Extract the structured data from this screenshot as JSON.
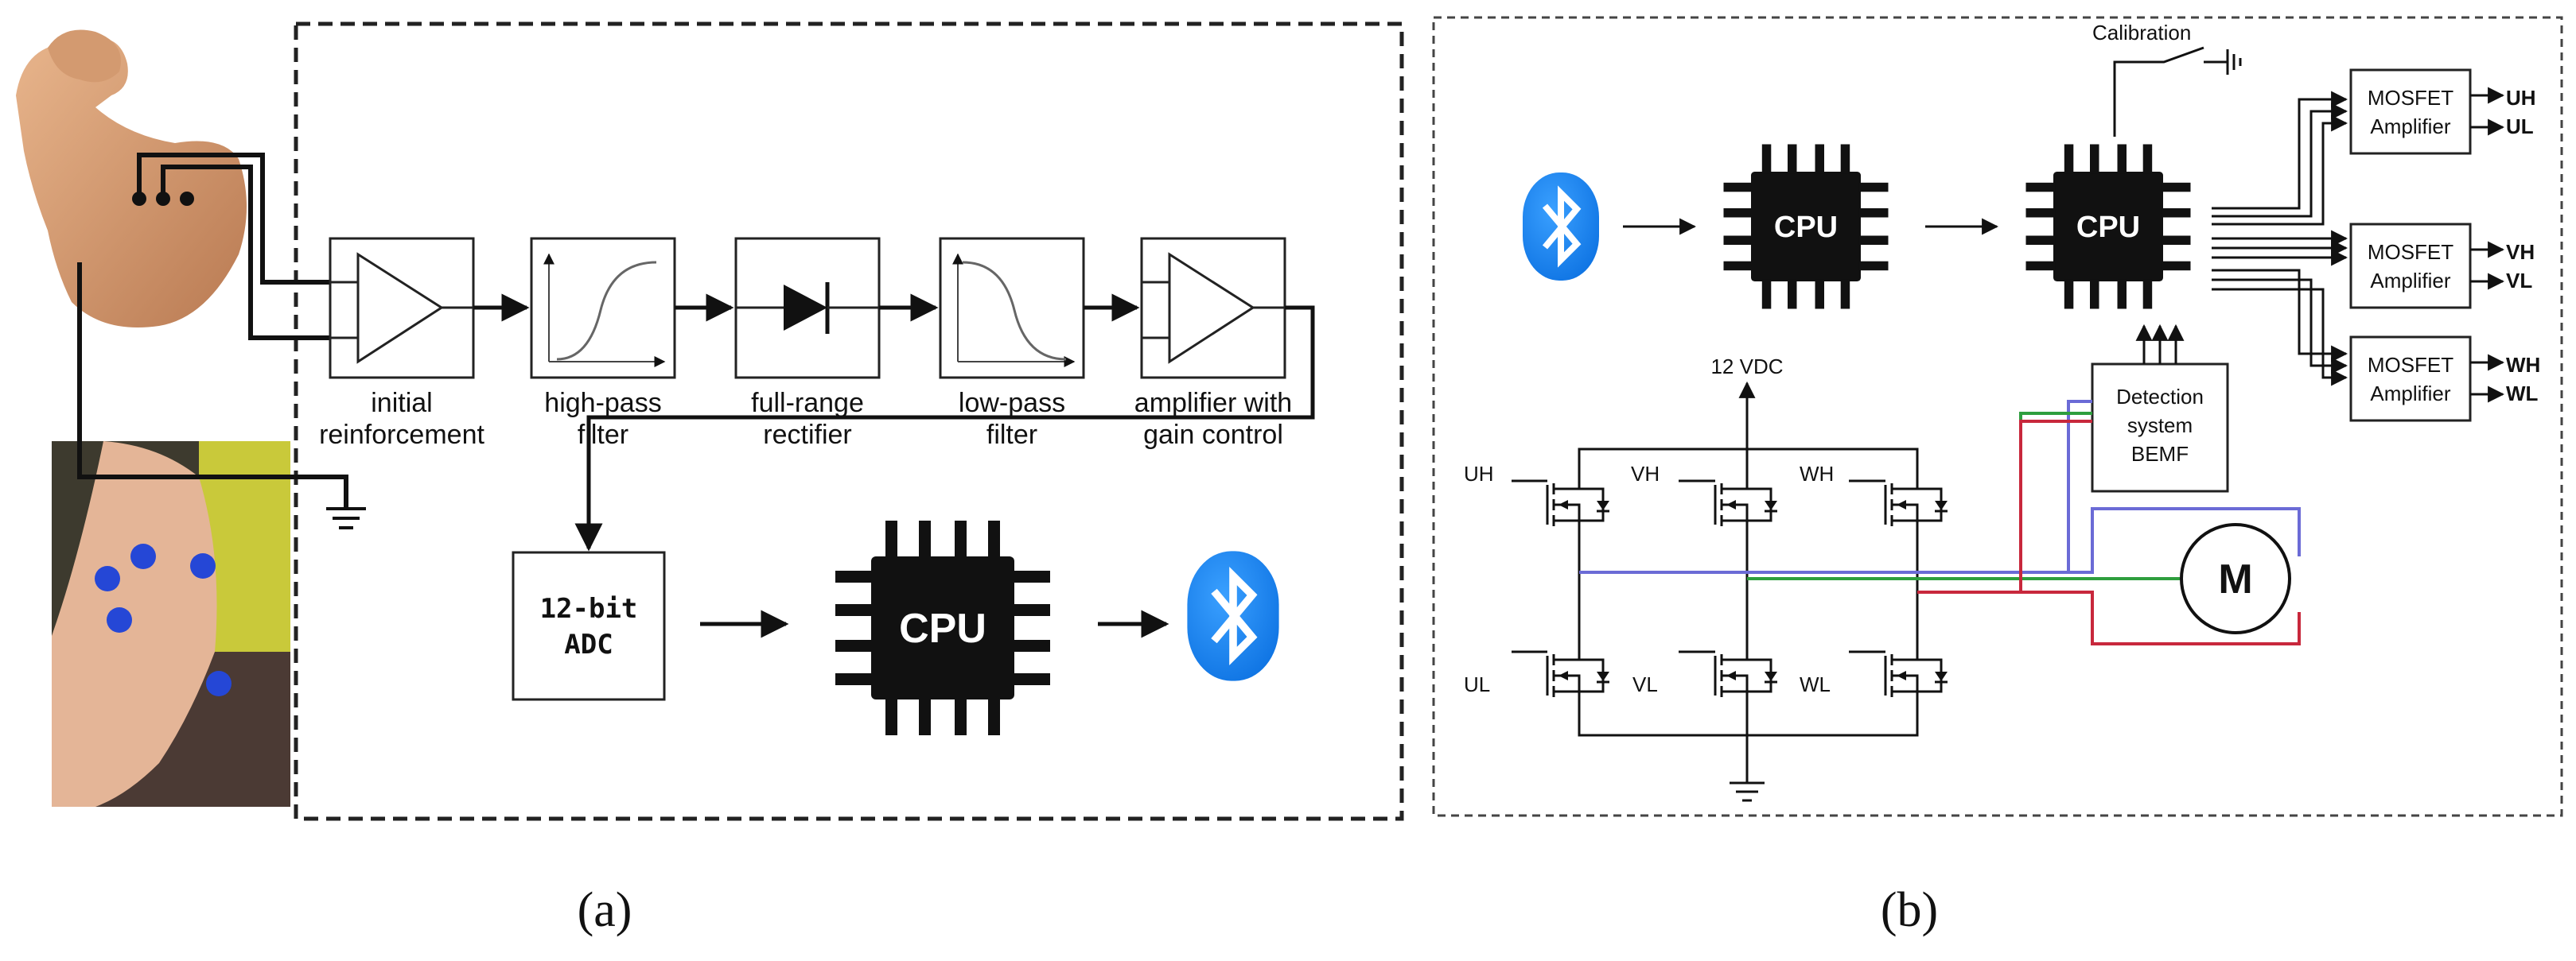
{
  "panel_a": {
    "caption": "(a)",
    "stages": [
      {
        "line1": "initial",
        "line2": "reinforcement"
      },
      {
        "line1": "high-pass",
        "line2": "filter"
      },
      {
        "line1": "full-range",
        "line2": "rectifier"
      },
      {
        "line1": "low-pass",
        "line2": "filter"
      },
      {
        "line1": "amplifier with",
        "line2": "gain control"
      }
    ],
    "adc": {
      "line1": "12-bit",
      "line2": "ADC"
    },
    "cpu_label": "CPU"
  },
  "panel_b": {
    "caption": "(b)",
    "calibration": "Calibration",
    "cpu1_label": "CPU",
    "cpu2_label": "CPU",
    "amplifiers": [
      {
        "line1": "MOSFET",
        "line2": "Amplifier",
        "out_high": "UH",
        "out_low": "UL"
      },
      {
        "line1": "MOSFET",
        "line2": "Amplifier",
        "out_high": "VH",
        "out_low": "VL"
      },
      {
        "line1": "MOSFET",
        "line2": "Amplifier",
        "out_high": "WH",
        "out_low": "WL"
      }
    ],
    "supply": "12 VDC",
    "detection": {
      "line1": "Detection",
      "line2": "system",
      "line3": "BEMF"
    },
    "motor": "M",
    "transistors_high": [
      "UH",
      "VH",
      "WH"
    ],
    "transistors_low": [
      "UL",
      "VL",
      "WL"
    ],
    "phase_colors": {
      "u": "#6b6bd6",
      "v": "#2e9e3e",
      "w": "#c8283c"
    }
  }
}
